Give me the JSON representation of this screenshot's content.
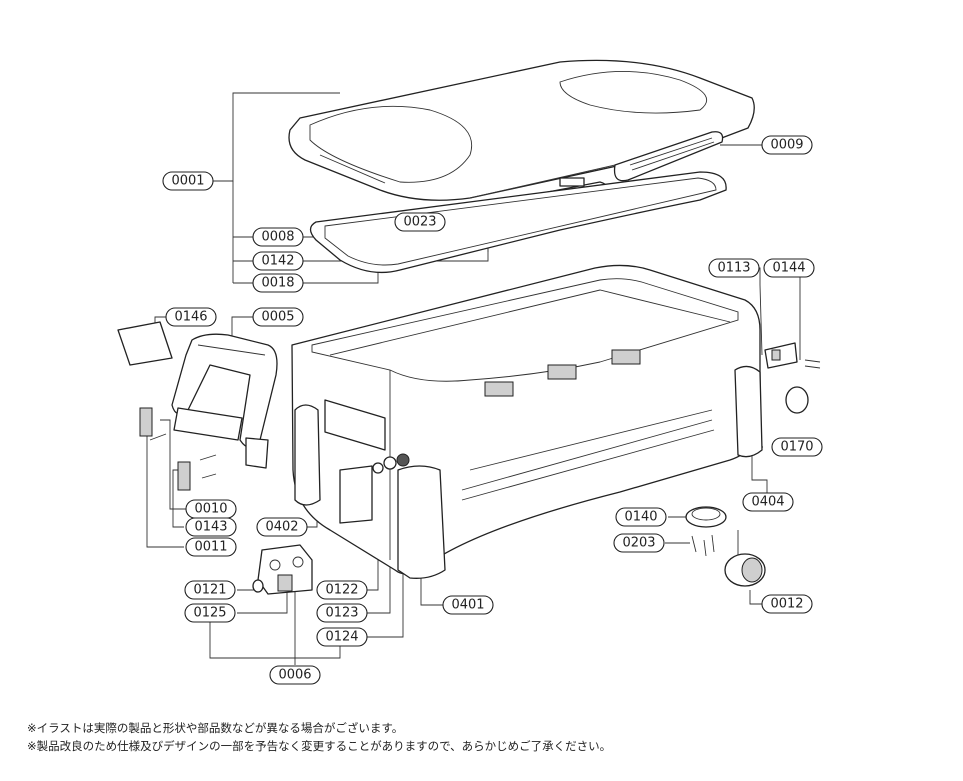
{
  "parts": {
    "p0001": "0001",
    "p0009": "0009",
    "p0023": "0023",
    "p0008": "0008",
    "p0142": "0142",
    "p0018": "0018",
    "p0113": "0113",
    "p0144": "0144",
    "p0146": "0146",
    "p0005": "0005",
    "p0170": "0170",
    "p0404": "0404",
    "p0010": "0010",
    "p0143": "0143",
    "p0011": "0011",
    "p0402": "0402",
    "p0140": "0140",
    "p0203": "0203",
    "p0121": "0121",
    "p0122": "0122",
    "p0125": "0125",
    "p0123": "0123",
    "p0401": "0401",
    "p0012": "0012",
    "p0124": "0124",
    "p0006": "0006"
  },
  "notes": [
    "※イラストは実際の製品と形状や部品数などが異なる場合がございます。",
    "※製品改良のため仕様及びデザインの一部を予告なく変更することがありますので、あらかじめご了承ください。"
  ]
}
